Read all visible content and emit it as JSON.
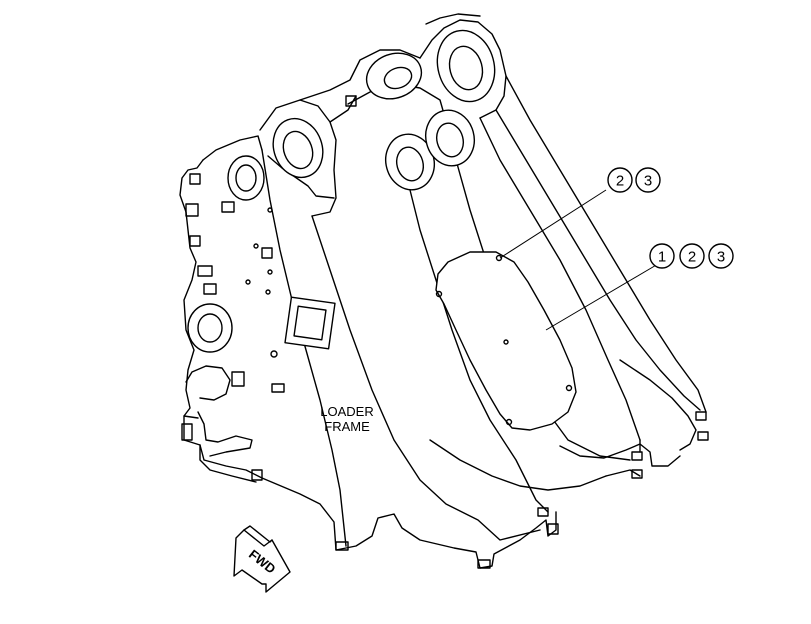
{
  "frame_label": {
    "line1": "LOADER",
    "line2": "FRAME"
  },
  "direction_arrow": {
    "text": "FWD"
  },
  "callouts": [
    {
      "numbers": [
        "2",
        "3"
      ]
    },
    {
      "numbers": [
        "1",
        "2",
        "3"
      ]
    }
  ]
}
